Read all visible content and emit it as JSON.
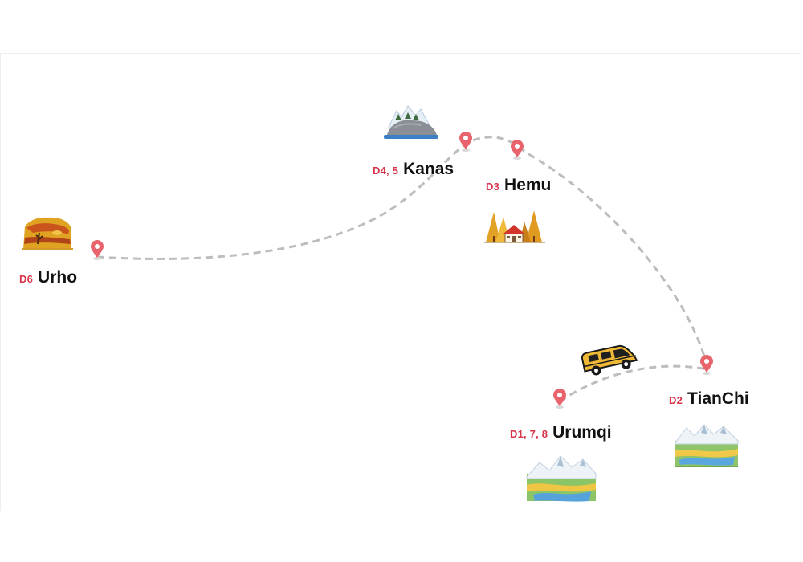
{
  "stops": [
    {
      "id": "urho",
      "day": "D6",
      "name": "Urho",
      "icon": "desert-canyon-icon"
    },
    {
      "id": "kanas",
      "day": "D4, 5",
      "name": "Kanas",
      "icon": "mountain-lake-island-icon"
    },
    {
      "id": "hemu",
      "day": "D3",
      "name": "Hemu",
      "icon": "autumn-village-icon"
    },
    {
      "id": "tianchi",
      "day": "D2",
      "name": "TianChi",
      "icon": "snow-mountain-lake-icon"
    },
    {
      "id": "urumqi",
      "day": "D1, 7, 8",
      "name": "Urumqi",
      "icon": "snow-mountain-valley-icon"
    }
  ],
  "vehicle": {
    "icon": "yellow-van-icon"
  },
  "colors": {
    "pin": "#e8636b",
    "route": "#bdbdbd",
    "day_label": "#d8344a",
    "name_label": "#111111"
  }
}
